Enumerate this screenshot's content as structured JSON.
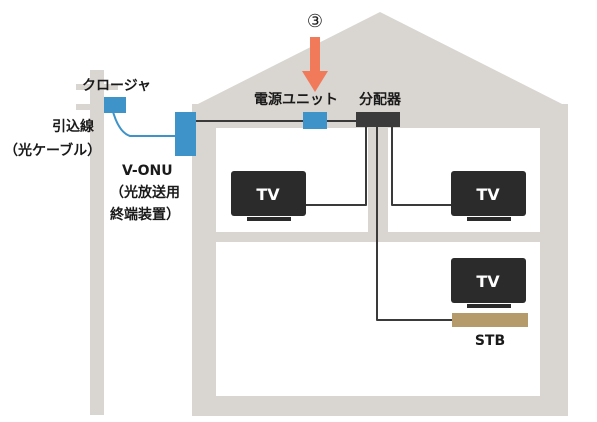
{
  "labels": {
    "step_marker": "③",
    "closure": "クロージャ",
    "drop_cable_line1": "引込線",
    "drop_cable_line2": "（光ケーブル）",
    "onu_line1": "V-ONU",
    "onu_line2": "（光放送用",
    "onu_line3": "終端装置）",
    "power_unit": "電源ユニット",
    "splitter": "分配器",
    "tv_upper_left": "TV",
    "tv_upper_right": "TV",
    "tv_lower": "TV",
    "stb": "STB"
  },
  "colors": {
    "house": "#d9d5d0",
    "room": "#ffffff",
    "device_blue": "#3e93c8",
    "splitter": "#3b3b3b",
    "tv_frame": "#2b2b2b",
    "stb": "#b59a6a",
    "arrow": "#f07a5a",
    "cable_dark": "#3a3a3a",
    "cable_blue": "#3e93c8"
  }
}
